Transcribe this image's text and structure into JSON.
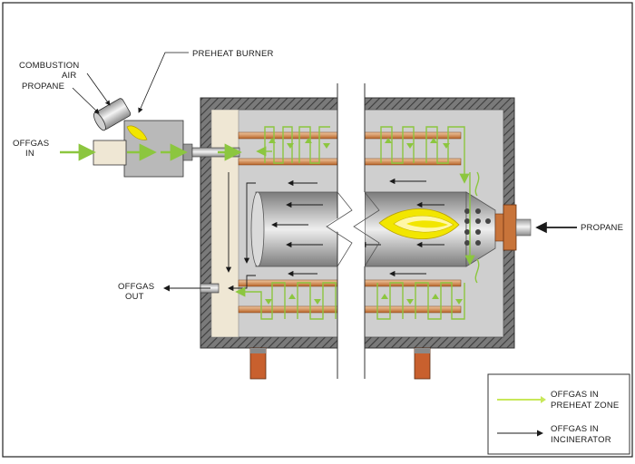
{
  "labels": {
    "combustion_air_line1": "COMBUSTION",
    "combustion_air_line2": "AIR",
    "propane_left": "PROPANE",
    "preheat_burner": "PREHEAT BURNER",
    "offgas_in_line1": "OFFGAS",
    "offgas_in_line2": "IN",
    "offgas_out_line1": "OFFGAS",
    "offgas_out_line2": "OUT",
    "propane_right": "PROPANE"
  },
  "legend": {
    "preheat_line1": "OFFGAS IN",
    "preheat_line2": "PREHEAT ZONE",
    "incinerator_line1": "OFFGAS IN",
    "incinerator_line2": "INCINERATOR"
  },
  "colors": {
    "preheat_flow": "#8cc63f",
    "incinerator_flow": "#1a1a1a",
    "flame": "#f2e600",
    "pipe": "#c8743a",
    "support": "#c8602e",
    "chamber": "#cfcfcf",
    "wall": "#6b6b6b"
  }
}
